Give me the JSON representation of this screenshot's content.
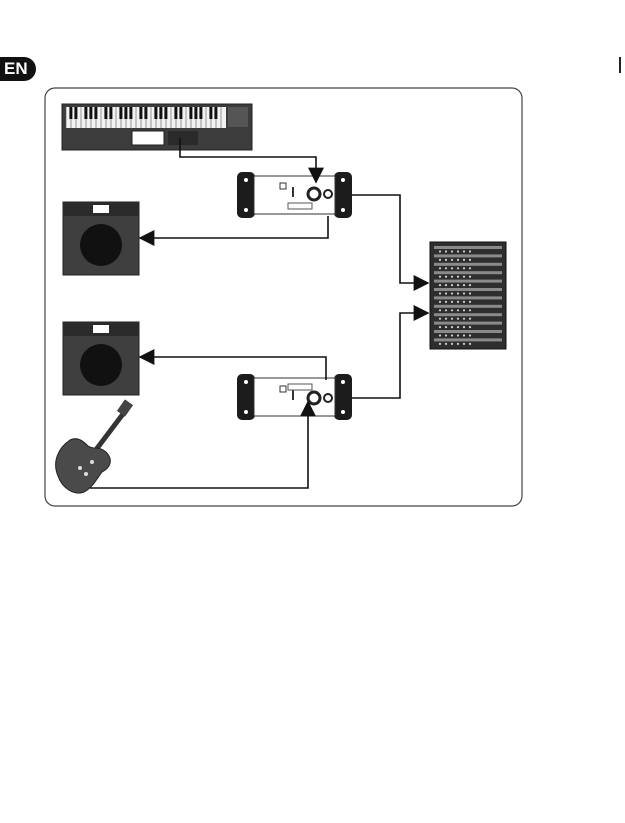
{
  "page": {
    "language_badge": "EN"
  },
  "diagram": {
    "devices": [
      {
        "id": "keyboard",
        "kind": "keyboard-icon"
      },
      {
        "id": "keyboard-amp",
        "kind": "amplifier-icon"
      },
      {
        "id": "guitar-amp",
        "kind": "amplifier-icon"
      },
      {
        "id": "guitar",
        "kind": "electric-guitar-icon"
      },
      {
        "id": "di-box-top",
        "kind": "di-box-icon"
      },
      {
        "id": "di-box-bottom",
        "kind": "di-box-icon"
      },
      {
        "id": "mixer",
        "kind": "mixing-console-icon"
      }
    ],
    "connections": [
      {
        "from": "keyboard",
        "to": "di-box-top"
      },
      {
        "from": "di-box-top",
        "to": "keyboard-amp"
      },
      {
        "from": "di-box-top",
        "to": "mixer"
      },
      {
        "from": "guitar",
        "to": "di-box-bottom"
      },
      {
        "from": "di-box-bottom",
        "to": "guitar-amp"
      },
      {
        "from": "di-box-bottom",
        "to": "mixer"
      }
    ]
  }
}
